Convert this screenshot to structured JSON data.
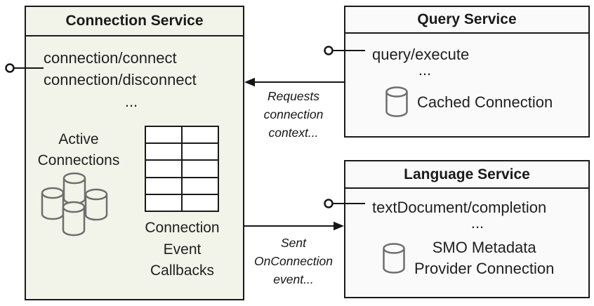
{
  "colors": {
    "box_border": "#1a1a1a",
    "text": "#1f1f1f",
    "connection_service_fill": "#f2f4ea",
    "right_service_fill": "#fafafa",
    "database_icon_stroke": "#6e6e6e",
    "table_cell_fill": "#ffffff"
  },
  "connection_service": {
    "title": "Connection Service",
    "methods": [
      "connection/connect",
      "connection/disconnect"
    ],
    "ellipsis": "...",
    "active_connections": {
      "label_lines": [
        "Active",
        "Connections"
      ],
      "icon": "database-cluster"
    },
    "callback_table": {
      "rows": 5,
      "cols": 2,
      "label_lines": [
        "Connection",
        "Event",
        "Callbacks"
      ]
    }
  },
  "query_service": {
    "title": "Query Service",
    "methods": [
      "query/execute"
    ],
    "ellipsis": "...",
    "cached_connection": {
      "label": "Cached Connection",
      "icon": "database-cylinder"
    }
  },
  "language_service": {
    "title": "Language Service",
    "methods": [
      "textDocument/completion"
    ],
    "ellipsis": "...",
    "smo_provider": {
      "label_lines": [
        "SMO Metadata",
        "Provider Connection"
      ],
      "icon": "database-cylinder"
    }
  },
  "connectors": {
    "requests_arrow": {
      "from": "Query Service",
      "to": "Connection Service",
      "label_lines": [
        "Requests",
        "connection",
        "context..."
      ]
    },
    "sent_arrow": {
      "from": "Connection Service",
      "to": "Language Service",
      "label_lines": [
        "Sent",
        "OnConnection",
        "event..."
      ]
    },
    "interface_icons": [
      "lollipop-interface",
      "lollipop-interface",
      "lollipop-interface"
    ]
  }
}
